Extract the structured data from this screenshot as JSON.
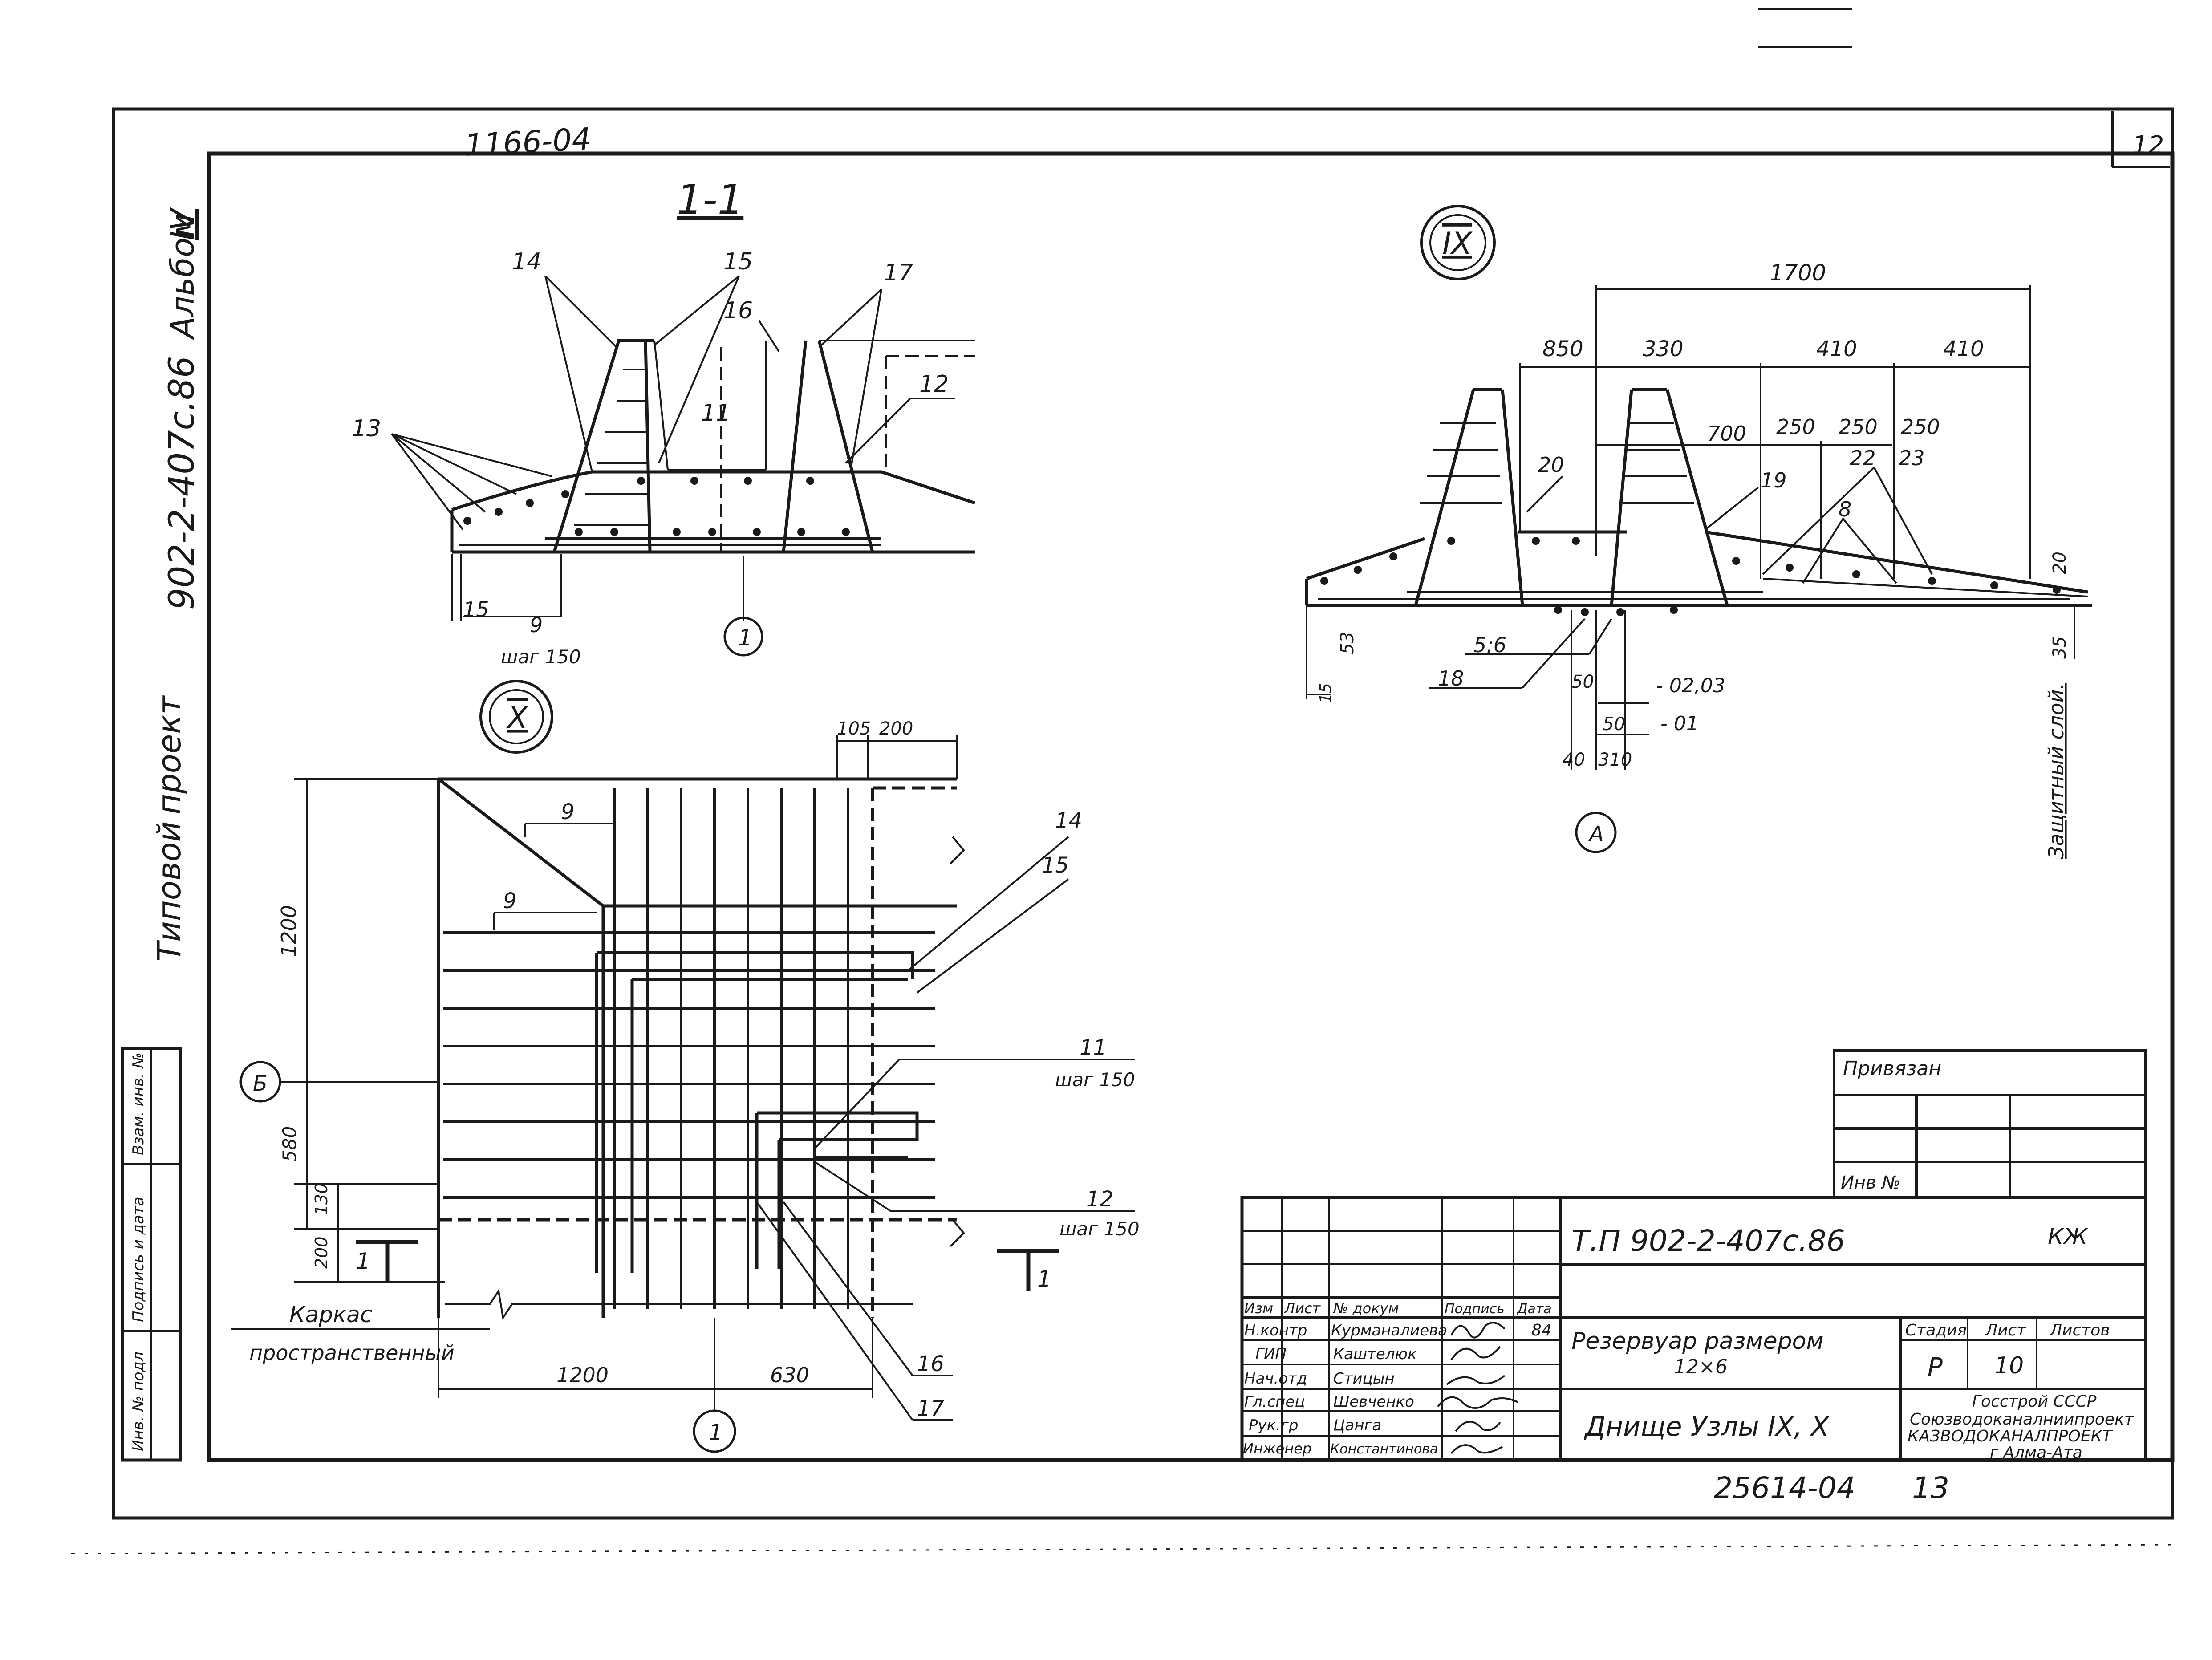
{
  "sheet": {
    "archive_number": "1166-04",
    "sheet_number": "12",
    "project_code_side": "902-2-407с.86",
    "album_label": "Альбом",
    "album_number": "IV",
    "project_type_word1": "Типовой",
    "project_type_word2": "проект",
    "bottom_number": "25614-04",
    "bottom_sheet": "13"
  },
  "left_stamp": {
    "cells": [
      "Инв. № подл",
      "Подпись и дата",
      "Взам. инв. №"
    ]
  },
  "section_1_1": {
    "title": "1-1",
    "callouts": [
      "14",
      "15",
      "16",
      "17",
      "11",
      "12",
      "13",
      "15",
      "9"
    ],
    "pitch": "шаг 150",
    "axis": "1"
  },
  "node_ix": {
    "label": "IX",
    "dims_top": [
      "1700"
    ],
    "dims_row2": [
      "850",
      "330",
      "410",
      "410"
    ],
    "dims_row3": [
      "700",
      "250",
      "250",
      "250"
    ],
    "callouts": [
      "20",
      "19",
      "22",
      "23",
      "8",
      "5;6",
      "18"
    ],
    "side_dims": [
      "20",
      "53",
      "35",
      "15"
    ],
    "levels": [
      "- 02,03",
      "- 01"
    ],
    "bottom_dims": [
      "50",
      "50",
      "40",
      "310"
    ],
    "protective_layer": "Защитный слой.",
    "axis": "А"
  },
  "node_x": {
    "label": "X",
    "dims_top": [
      "105",
      "200"
    ],
    "dims_left": [
      "1200",
      "580",
      "130",
      "200"
    ],
    "dims_bottom": [
      "1200",
      "630"
    ],
    "callouts": [
      "9",
      "9",
      "14",
      "15",
      "11",
      "12",
      "16",
      "17"
    ],
    "pitches": [
      "шаг 150",
      "шаг 150"
    ],
    "section_mark": "1",
    "axis_left": "Б",
    "axis_bottom": "1",
    "frame_label1": "Каркас",
    "frame_label2": "пространственный"
  },
  "privyazan": {
    "title": "Привязан",
    "inv_label": "Инв №"
  },
  "title_block": {
    "code": "Т.П 902-2-407с.86",
    "mark": "КЖ",
    "col_headers": [
      "Изм",
      "Лист",
      "№ докум",
      "Подпись",
      "Дата"
    ],
    "roles": [
      "Н.контр",
      "ГИП",
      "Нач.отд",
      "Гл.спец",
      "Рук.гр",
      "Инженер"
    ],
    "names": [
      "Курманалиева",
      "Каштелюк",
      "Стицын",
      "Шевченко",
      "Цанга",
      "Константинова"
    ],
    "date": "84",
    "object_title_line1": "Резервуар размером",
    "object_title_line2": "12×6",
    "sheet_title": "Днище Узлы IX, X",
    "stage_header": "Стадия",
    "sheet_header": "Лист",
    "sheets_header": "Листов",
    "stage": "Р",
    "sheet_no": "10",
    "org_line1": "Госстрой СССР",
    "org_line2": "Союзводоканалниипроект",
    "org_line3": "КАЗВОДОКАНАЛПРОЕКТ",
    "org_line4": "г Алма-Ата"
  }
}
